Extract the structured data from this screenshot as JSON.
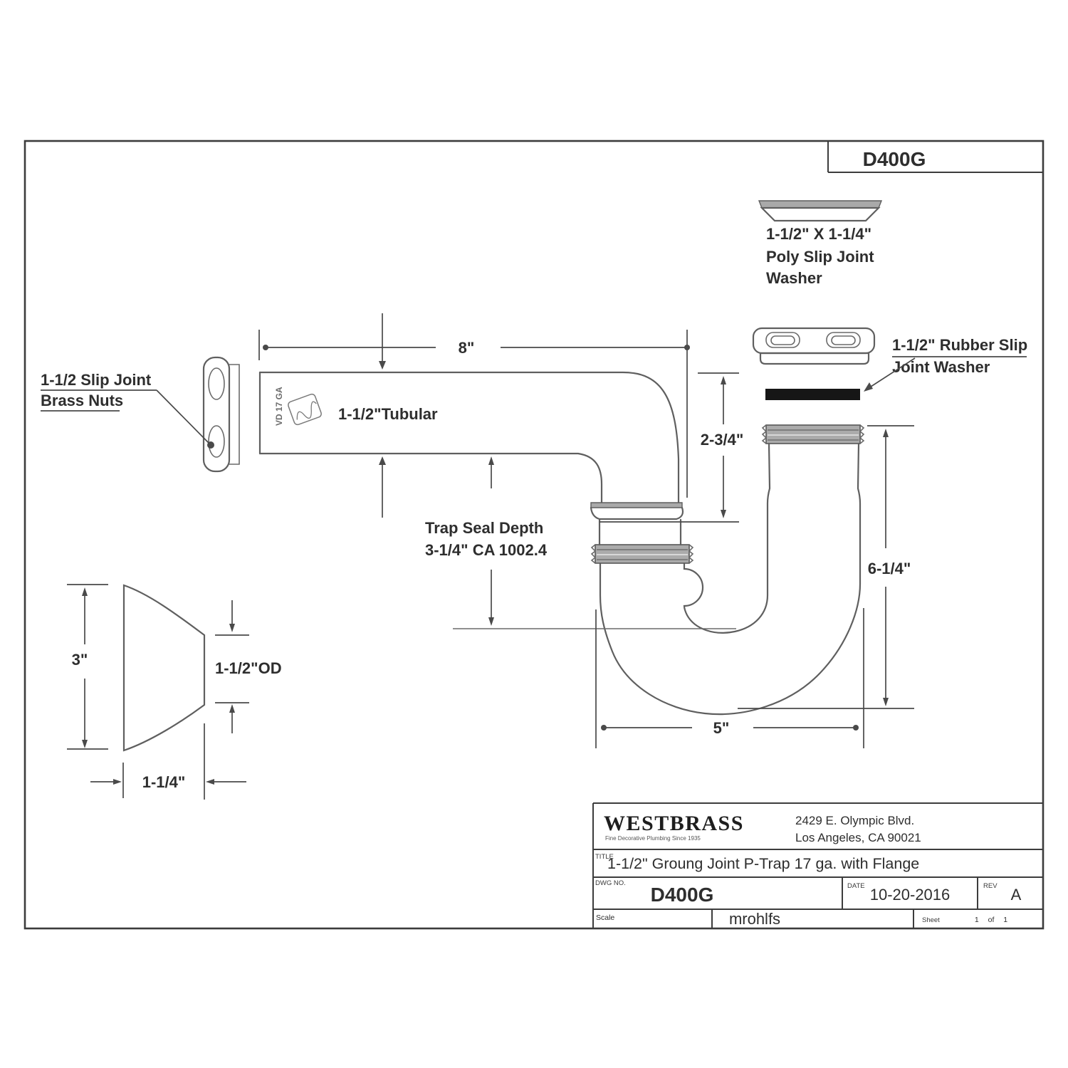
{
  "doc": {
    "drawing_no_box": "D400G"
  },
  "labels": {
    "poly_washer_l1": "1-1/2\" X 1-1/4\"",
    "poly_washer_l2": "Poly Slip Joint",
    "poly_washer_l3": "Washer",
    "rubber_washer_l1": "1-1/2\" Rubber Slip",
    "rubber_washer_l2": "Joint Washer",
    "brass_nuts_l1": "1-1/2 Slip Joint",
    "brass_nuts_l2": "Brass Nuts",
    "tubular": "1-1/2\"Tubular",
    "trap_seal_l1": "Trap Seal Depth",
    "trap_seal_l2": "3-1/4\" CA 1002.4",
    "stamp": "VD 17 GA"
  },
  "dimensions": {
    "arm_length": "8\"",
    "elbow_drop": "2-3/4\"",
    "trap_height": "6-1/4\"",
    "trap_width": "5\"",
    "flange_height": "3\"",
    "flange_od": "1-1/2\"OD",
    "flange_depth": "1-1/4\""
  },
  "title_block": {
    "company": "WESTBRASS",
    "tagline": "Fine Decorative Plumbing Since 1935",
    "address_line1": "2429 E. Olympic Blvd.",
    "address_line2": "Los Angeles, CA 90021",
    "title_label": "TITLE",
    "title": "1-1/2\" Groung Joint P-Trap 17 ga. with Flange",
    "dwg_no_label": "DWG NO.",
    "dwg_no": "D400G",
    "date_label": "DATE",
    "date": "10-20-2016",
    "rev_label": "REV",
    "rev": "A",
    "scale_label": "Scale",
    "author": "mrohlfs",
    "sheet_label": "Sheet",
    "sheet": "1 of 1"
  }
}
